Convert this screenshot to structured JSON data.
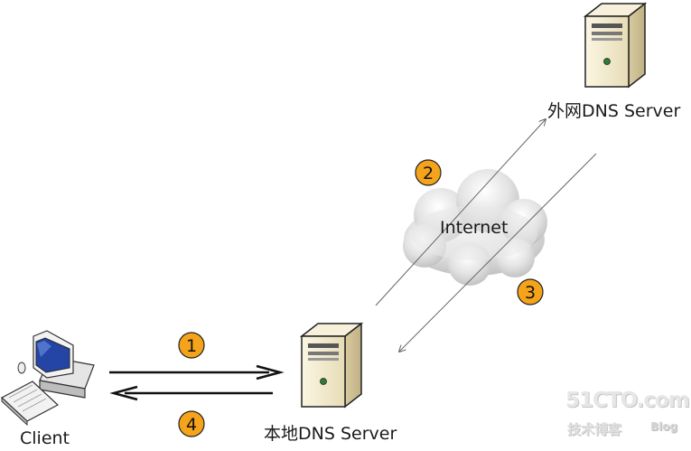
{
  "nodes": {
    "external_dns": "外网DNS Server",
    "internet": "Internet",
    "local_dns": "本地DNS Server",
    "client": "Client"
  },
  "steps": [
    "1",
    "2",
    "3",
    "4"
  ],
  "watermark": {
    "domain": "51CTO.com",
    "subtitle": "技术博客",
    "blog": "Blog"
  },
  "colors": {
    "step_badge": "#f5a31a",
    "arrow": "#111111",
    "thin_arrow": "#666666",
    "cloud": "#d9d9d9",
    "server_body": "#f3ecd2"
  }
}
